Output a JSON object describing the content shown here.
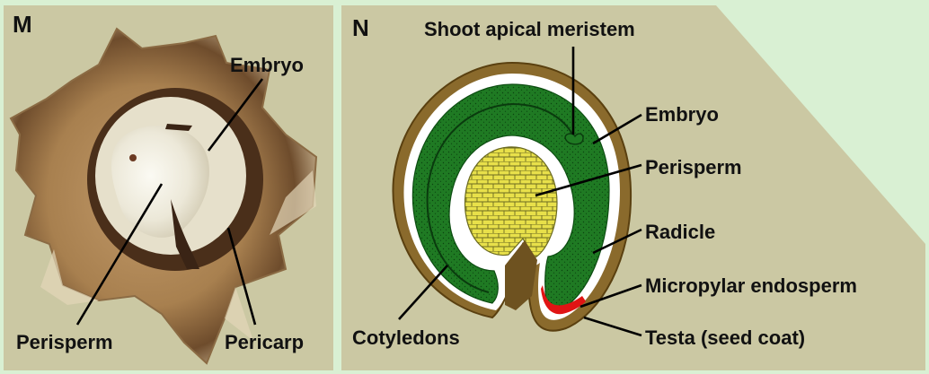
{
  "panel_m": {
    "letter": "M",
    "labels": {
      "embryo": "Embryo",
      "perisperm": "Perisperm",
      "pericarp": "Pericarp"
    }
  },
  "panel_n": {
    "letter": "N",
    "labels": {
      "shoot_apical_meristem": "Shoot apical meristem",
      "embryo": "Embryo",
      "perisperm": "Perisperm",
      "radicle": "Radicle",
      "micropylar_endosperm": "Micropylar endosperm",
      "cotyledons": "Cotyledons",
      "testa": "Testa (seed coat)"
    }
  },
  "colors": {
    "frame_background": "#d9f0d3",
    "panel_background": "#cbc8a3",
    "testa": "#8a6a2c",
    "embryo_green": "#1f7a23",
    "perisperm_yellow": "#e8e04a",
    "micropylar_endosperm": "#e01414",
    "pericarp_brown": "#a07a4f"
  }
}
